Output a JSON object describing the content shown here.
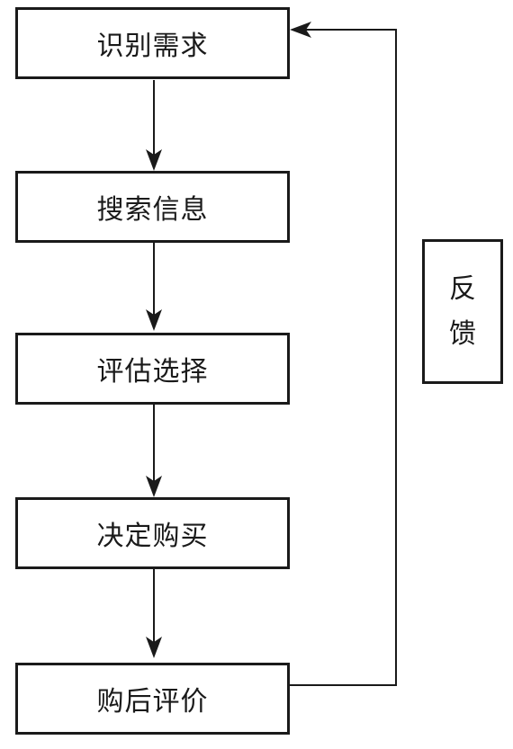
{
  "steps": [
    {
      "label": "识别需求"
    },
    {
      "label": "搜索信息"
    },
    {
      "label": "评估选择"
    },
    {
      "label": "决定购买"
    },
    {
      "label": "购后评价"
    }
  ],
  "feedback": {
    "chars": [
      "反",
      "馈"
    ]
  },
  "colors": {
    "stroke": "#1a1a1a",
    "background": "#ffffff"
  }
}
